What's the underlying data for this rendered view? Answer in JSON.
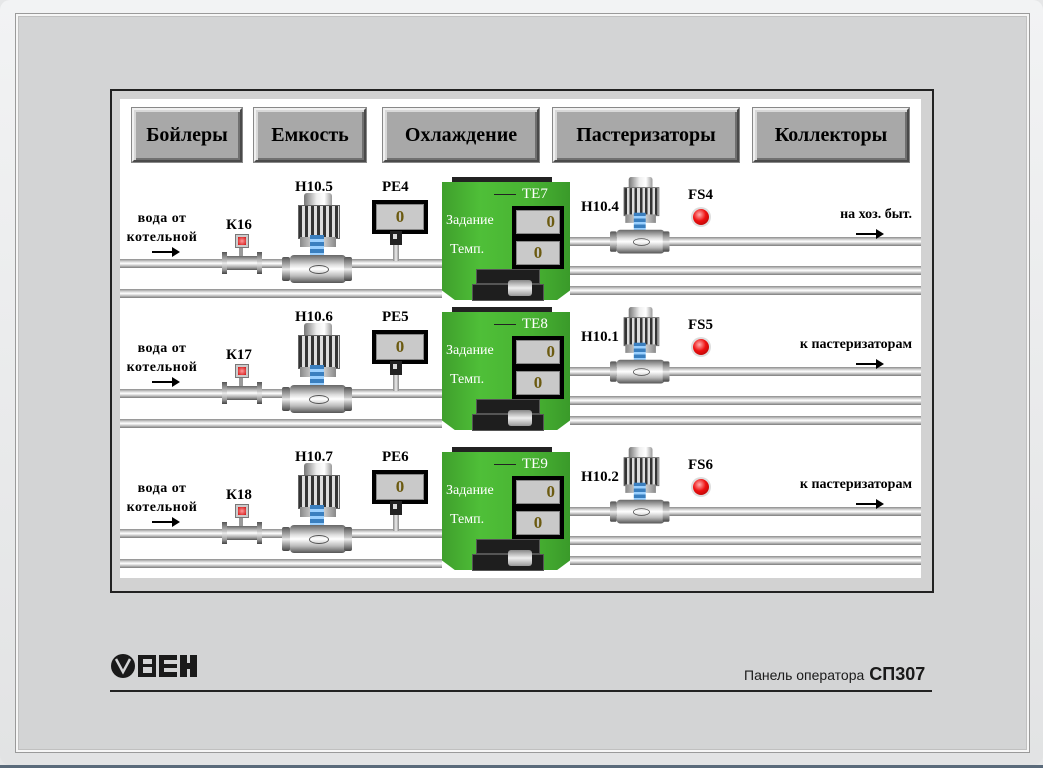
{
  "nav": {
    "buttons": [
      {
        "label": "Бойлеры"
      },
      {
        "label": "Емкость"
      },
      {
        "label": "Охлаждение"
      },
      {
        "label": "Пастеризаторы"
      },
      {
        "label": "Коллекторы"
      }
    ]
  },
  "lines": [
    {
      "source_label": "вода от котельной",
      "valve": "К16",
      "inlet_pump": "Н10.5",
      "pressure_sensor": {
        "label": "PE4",
        "value": "0"
      },
      "boiler": {
        "tag": "TE7",
        "setpoint_label": "Задание",
        "setpoint_value": "0",
        "temp_label": "Темп.",
        "temp_value": "0"
      },
      "outlet_pump": "Н10.4",
      "flow_switch": {
        "label": "FS4",
        "state": "alarm"
      },
      "destination_label": "на хоз. быт."
    },
    {
      "source_label": "вода от котельной",
      "valve": "К17",
      "inlet_pump": "Н10.6",
      "pressure_sensor": {
        "label": "PE5",
        "value": "0"
      },
      "boiler": {
        "tag": "TE8",
        "setpoint_label": "Задание",
        "setpoint_value": "0",
        "temp_label": "Темп.",
        "temp_value": "0"
      },
      "outlet_pump": "Н10.1",
      "flow_switch": {
        "label": "FS5",
        "state": "alarm"
      },
      "destination_label": "к пастеризаторам"
    },
    {
      "source_label": "вода от котельной",
      "valve": "К18",
      "inlet_pump": "Н10.7",
      "pressure_sensor": {
        "label": "PE6",
        "value": "0"
      },
      "boiler": {
        "tag": "TE9",
        "setpoint_label": "Задание",
        "setpoint_value": "0",
        "temp_label": "Темп.",
        "temp_value": "0"
      },
      "outlet_pump": "Н10.2",
      "flow_switch": {
        "label": "FS6",
        "state": "alarm"
      },
      "destination_label": "к пастеризаторам"
    }
  ],
  "device": {
    "brand": "ОВЕН",
    "model_caption": "Панель оператора",
    "model_name": "СП307"
  },
  "colors": {
    "boiler_green": "#48b232",
    "indicator_red": "#ee1010",
    "display_value": "#6b5a10",
    "button_gray": "#a8a8a8"
  }
}
